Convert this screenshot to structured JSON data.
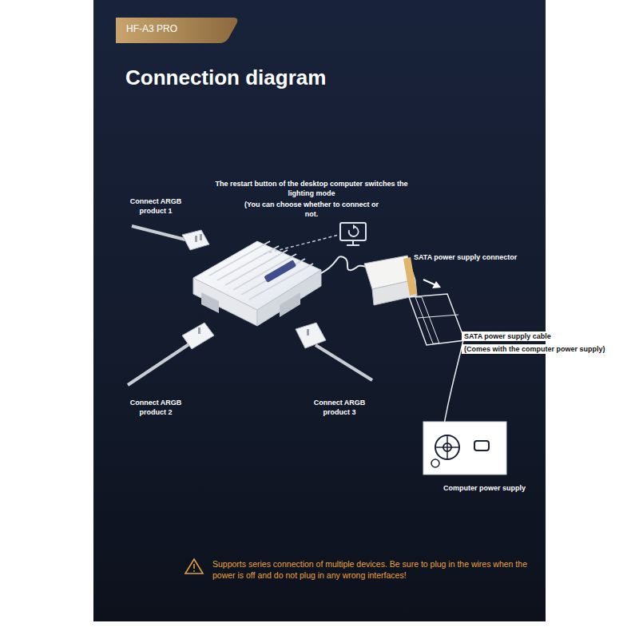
{
  "diagram": {
    "title": "Connection diagram",
    "labels": [
      "HF-A3 PRO",
      "The restart button of the desktop computer switches the lighting mode",
      "(You can choose whether to connect or not.",
      "Connect ARGB product 1",
      "SATA power supply connector",
      "SATA power supply cable",
      "(Comes with the computer power supply)",
      "Connect ARGB product 2",
      "Connect ARGB product 3",
      "Computer power supply",
      "Supports series connection of multiple devices. Be sure to plug in the wires when the power is off and do not plug in any wrong interfaces!"
    ]
  }
}
